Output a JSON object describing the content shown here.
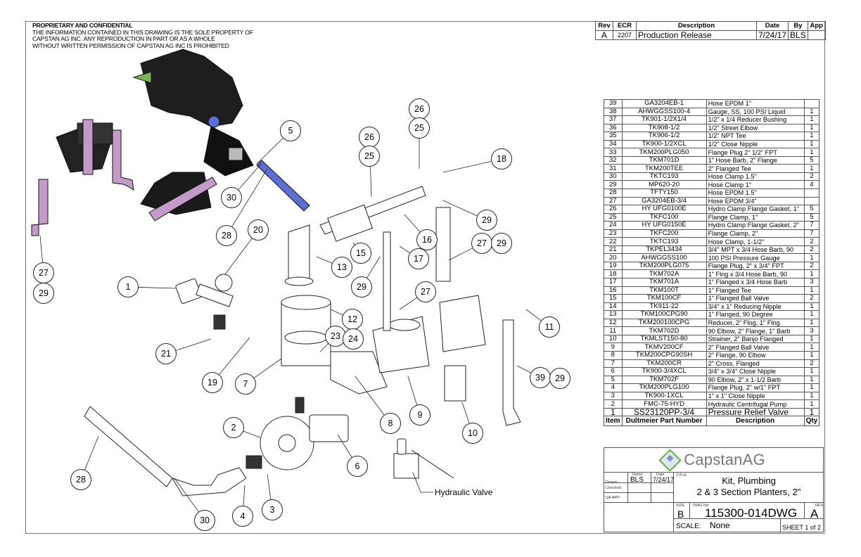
{
  "notice": {
    "heading": "PROPRIETARY AND CONFIDENTIAL",
    "lines": [
      "THE INFORMATION CONTAINED IN THIS DRAWING IS THE SOLE PROPERTY OF",
      "CAPSTAN AG INC. ANY REPRODUCTION IN PART OR AS A WHOLE",
      "WITHOUT WRITTEN PERMISSION OF CAPSTAN AG INC IS PROHIBITED"
    ]
  },
  "revision_block": {
    "headers": [
      "Rev",
      "ECR",
      "Description",
      "Date",
      "By",
      "App"
    ],
    "rows": [
      {
        "rev": "A",
        "ecr": "2207",
        "description": "Production Release",
        "date": "7/24/17",
        "by": "BLS",
        "app": ""
      }
    ]
  },
  "bom": {
    "headers": {
      "item": "Item",
      "part": "Dultmeier Part Number",
      "desc": "Description",
      "qty": "Qty"
    },
    "rows": [
      {
        "item": "39",
        "part": "GA3204EB-1",
        "desc": "Hose EPDM 1\"",
        "qty": ""
      },
      {
        "item": "38",
        "part": "AHWGGSS100-4",
        "desc": "Gauge, SS, 100 PSI Liquid",
        "qty": "1"
      },
      {
        "item": "37",
        "part": "TK901-1/2X1/4",
        "desc": "1/2\" x 1/4 Reducer Bushing",
        "qty": "1"
      },
      {
        "item": "36",
        "part": "TK908-1/2",
        "desc": "1/2\" Street Elbow",
        "qty": "1"
      },
      {
        "item": "35",
        "part": "TK906-1/2",
        "desc": "1/2\"  NPT Tee",
        "qty": "1"
      },
      {
        "item": "34",
        "part": "TK900-1/2XCL",
        "desc": "1/2\"  Close Nipple",
        "qty": "1"
      },
      {
        "item": "33",
        "part": "TKM200PLG050",
        "desc": "Flange Plug 2\" 1/2\" FPT",
        "qty": "1"
      },
      {
        "item": "32",
        "part": "TKM701D",
        "desc": "1\" Hose Barb, 2\" Flange",
        "qty": "5"
      },
      {
        "item": "31",
        "part": "TKM200TEE",
        "desc": "2\" Flanged Tee",
        "qty": "1"
      },
      {
        "item": "30",
        "part": "TKTC193",
        "desc": "Hose Clamp 1.5\"",
        "qty": "2"
      },
      {
        "item": "29",
        "part": "MP620-20",
        "desc": "Hose Clamp 1\"",
        "qty": "4"
      },
      {
        "item": "28",
        "part": "TFTY150",
        "desc": "Hose EPDM 1.5\"",
        "qty": ""
      },
      {
        "item": "27",
        "part": "GA3204EB-3/4",
        "desc": "Hose EPDM 3/4\"",
        "qty": ""
      },
      {
        "item": "26",
        "part": "HY UFG0100E",
        "desc": "Hydro Clamp Flange Gasket, 1\"",
        "qty": "5"
      },
      {
        "item": "25",
        "part": "TKFC100",
        "desc": "Flange Clamp, 1\"",
        "qty": "5"
      },
      {
        "item": "24",
        "part": "HY UFG0150E",
        "desc": "Hydro Clamp Flange Gasket, 2\"",
        "qty": "7"
      },
      {
        "item": "23",
        "part": "TKFC200",
        "desc": "Flange Clamp, 2\"",
        "qty": "7"
      },
      {
        "item": "22",
        "part": "TKTC193",
        "desc": "Hose Clamp, 1-1/2\"",
        "qty": "2"
      },
      {
        "item": "21",
        "part": "TKPEL3434",
        "desc": "3/4\" MPT x 3/4 Hose Barb, 90",
        "qty": "2"
      },
      {
        "item": "20",
        "part": "AHWGGSS100",
        "desc": "100 PSI Pressure Gauge",
        "qty": "1"
      },
      {
        "item": "19",
        "part": "TKM200PLG075",
        "desc": "Flange Plug, 2\" x 3/4\" FPT",
        "qty": "2"
      },
      {
        "item": "18",
        "part": "TKM702A",
        "desc": "1\" Flng x 3/4 Hose Barb, 90",
        "qty": "1"
      },
      {
        "item": "17",
        "part": "TKM701A",
        "desc": "1\" Flanged x 3/4 Hose Barb",
        "qty": "3"
      },
      {
        "item": "16",
        "part": "TKM100T",
        "desc": "1\" Flanged Tee",
        "qty": "1"
      },
      {
        "item": "15",
        "part": "TKM100CF",
        "desc": "1\" Flanged Ball Valve",
        "qty": "2"
      },
      {
        "item": "14",
        "part": "TK911-22",
        "desc": "3/4\" x 1\"  Reducing Nipple",
        "qty": "1"
      },
      {
        "item": "13",
        "part": "TKM100CPG90",
        "desc": "1\" Flanged, 90 Degree",
        "qty": "1"
      },
      {
        "item": "12",
        "part": "TKM200100CPG",
        "desc": "Reducer, 2\" Flng, 1\" Flng",
        "qty": "1"
      },
      {
        "item": "11",
        "part": "TKM702D",
        "desc": "90 Elbow, 2\" Flange, 1\" Barb",
        "qty": "3"
      },
      {
        "item": "10",
        "part": "TKMLST150-80",
        "desc": "Strainer, 2\" Banjo Flanged",
        "qty": "1"
      },
      {
        "item": "9",
        "part": "TKMV200CF",
        "desc": "2\" Flanged Ball Valve",
        "qty": "1"
      },
      {
        "item": "8",
        "part": "TKM200CPG90SH",
        "desc": "2\" Flange, 90 Elbow",
        "qty": "1"
      },
      {
        "item": "7",
        "part": "TKM200CR",
        "desc": "2\" Cross, Flanged",
        "qty": "2"
      },
      {
        "item": "6",
        "part": "TK900-3/4XCL",
        "desc": "3/4\" x 3/4\" Close Nipple",
        "qty": "1"
      },
      {
        "item": "5",
        "part": "TKM702F",
        "desc": "90 Elbow, 2\" x 1-1/2 Barb",
        "qty": "1"
      },
      {
        "item": "4",
        "part": "TKM200PLG100",
        "desc": "Flange Plug, 2\" w/1\" FPT",
        "qty": "1"
      },
      {
        "item": "3",
        "part": "TK900-1XCL",
        "desc": "1\" x 1\" Close Nipple",
        "qty": "1"
      },
      {
        "item": "2",
        "part": "FMC-75-HYD",
        "desc": "Hydraulic Centrifugal Pump",
        "qty": "1"
      },
      {
        "item": "1",
        "part": "SS23120PP-3/4",
        "desc": "Pressure Relief Valve",
        "qty": "1"
      }
    ]
  },
  "title_block": {
    "company": "CapstanAG",
    "brand_colors": {
      "green": "#6ab04c",
      "blue": "#3b5fae",
      "gray": "#777777"
    },
    "labels": {
      "name": "Name",
      "date": "Date",
      "drawn": "Drawn",
      "checked": "Checked",
      "qa": "QA APP",
      "title": "TITLE:",
      "size": "SIZE",
      "dwg_no": "DWG No:",
      "rev": "REV",
      "scale": "SCALE:"
    },
    "drawn_by": "BLS",
    "drawn_date": "7/24/17",
    "title_line1": "Kit, Plumbing",
    "title_line2": "2 & 3 Section Planters, 2\"",
    "size": "B",
    "dwg_no": "115300-014DWG",
    "rev": "A",
    "scale": "None",
    "sheet": "SHEET 1 of 2"
  },
  "callouts": [
    "5",
    "30",
    "28",
    "27",
    "29",
    "20",
    "1",
    "26",
    "25",
    "26",
    "25",
    "18",
    "29",
    "15",
    "16",
    "13",
    "17",
    "29",
    "27",
    "29",
    "27",
    "12",
    "11",
    "21",
    "23",
    "24",
    "19",
    "7",
    "39",
    "29",
    "8",
    "9",
    "10",
    "2",
    "6",
    "28",
    "30",
    "4",
    "3"
  ],
  "hydraulic_valve_label": "Hydraulic Valve"
}
